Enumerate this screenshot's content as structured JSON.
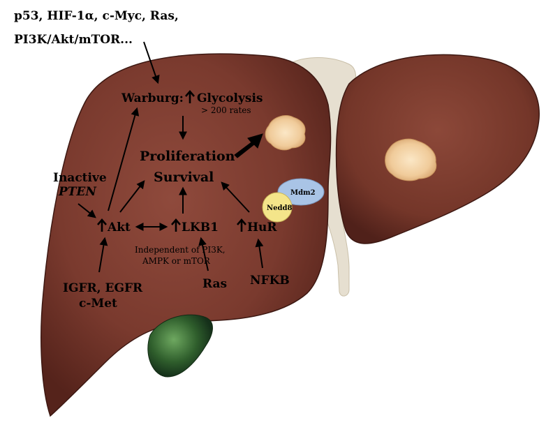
{
  "header": {
    "line1": "p53, HIF-1α, c-Myc, Ras,",
    "line2": "PI3K/Akt/mTOR..."
  },
  "nodes": {
    "warburg": "Warburg:",
    "glycolysis": "Glycolysis",
    "rates": "> 200 rates",
    "proliferation": "Proliferation",
    "survival": "Survival",
    "inactive": "Inactive",
    "pten": "PTEN",
    "akt": "Akt",
    "lkb1": "LKB1",
    "hur": "HuR",
    "independent_line1": "Independent of PI3K,",
    "independent_line2": "AMPK or mTOR",
    "igfr_line1": "IGFR, EGFR",
    "igfr_line2": "c-Met",
    "ras": "Ras",
    "nfkb": "NFKB",
    "mdm2": "Mdm2",
    "nedd8": "Nedd8"
  },
  "colors": {
    "liver": "#7a3a2e",
    "liver_dark": "#4e1f18",
    "gallbladder": "#2f5e2c",
    "ligament": "#e4dccd",
    "tumor": "#f1cfa0",
    "mdm2": "#a9c4e6",
    "nedd8": "#f4e58a"
  }
}
